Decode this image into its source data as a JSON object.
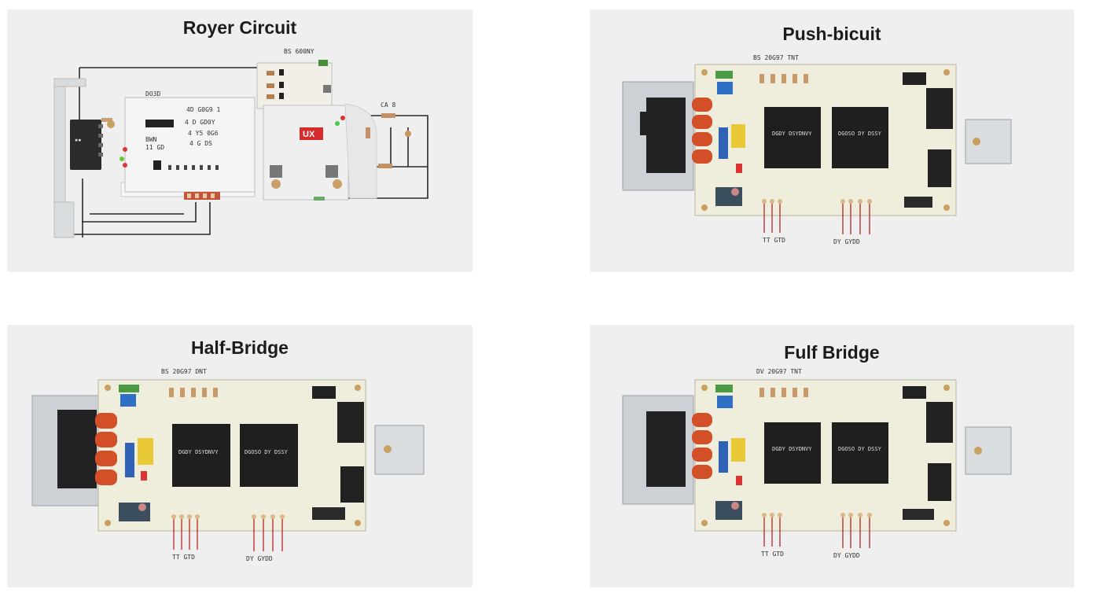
{
  "panels": [
    {
      "id": "royer",
      "title": "Royer Circuit",
      "labels": {
        "top": "BS 600NY",
        "block": "DO3D",
        "l1": "4D G0G9 1",
        "l2": "4 D GD0Y",
        "l3": "4 Y5 0G6",
        "l4": "4 G DS",
        "left1": "BWN",
        "left2": "11 GD",
        "right": "CA 8",
        "tag": "UX"
      }
    },
    {
      "id": "push",
      "title": "Push-bicuit",
      "labels": {
        "top": "BS 20G97 TNT",
        "chip1": "DGDY DSYDNVY",
        "chip2": "DGOSO DY DSSY",
        "bottom1": "TT GTD",
        "bottom2": "DY GYDD"
      }
    },
    {
      "id": "half",
      "title": "Half-Bridge",
      "labels": {
        "top": "BS 20G97 DNT",
        "chip1": "DGDY DSYDNVY",
        "chip2": "DGOSO DY DSSY",
        "bottom1": "TT GTD",
        "bottom2": "DY GYDD"
      }
    },
    {
      "id": "full",
      "title": "Fulf Bridge",
      "labels": {
        "top": "DV 20G97 TNT",
        "chip1": "DGDY DSYDNVY",
        "chip2": "DGOSO DY DSSY",
        "bottom1": "TT GTD",
        "bottom2": "DY GYDD"
      }
    }
  ]
}
